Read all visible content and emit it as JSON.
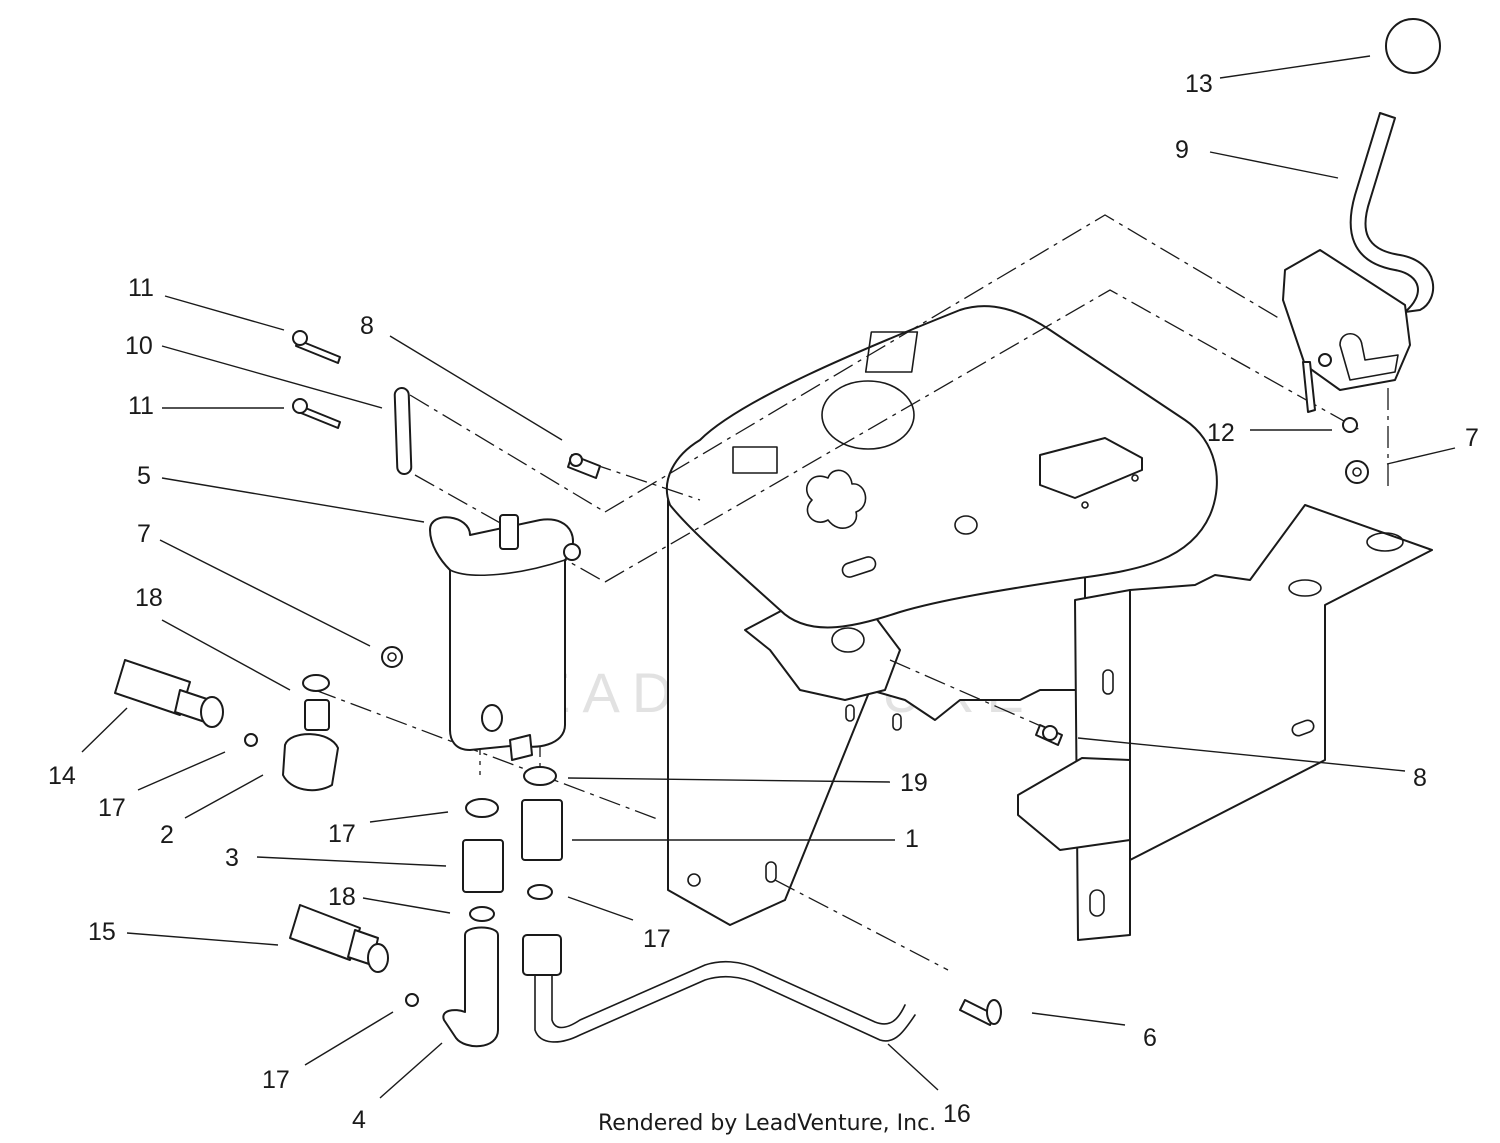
{
  "diagram": {
    "callouts": [
      "13",
      "9",
      "11",
      "10",
      "11",
      "8",
      "5",
      "7",
      "18",
      "14",
      "17",
      "2",
      "17",
      "3",
      "18",
      "15",
      "17",
      "4",
      "12",
      "7",
      "19",
      "1",
      "8",
      "17",
      "6",
      "16"
    ],
    "watermark": "LEADVENTURE",
    "footer": "Rendered by LeadVenture, Inc."
  },
  "colors": {
    "line": "#1a1a1a",
    "background": "#ffffff",
    "watermark": "#9a9a9a"
  }
}
